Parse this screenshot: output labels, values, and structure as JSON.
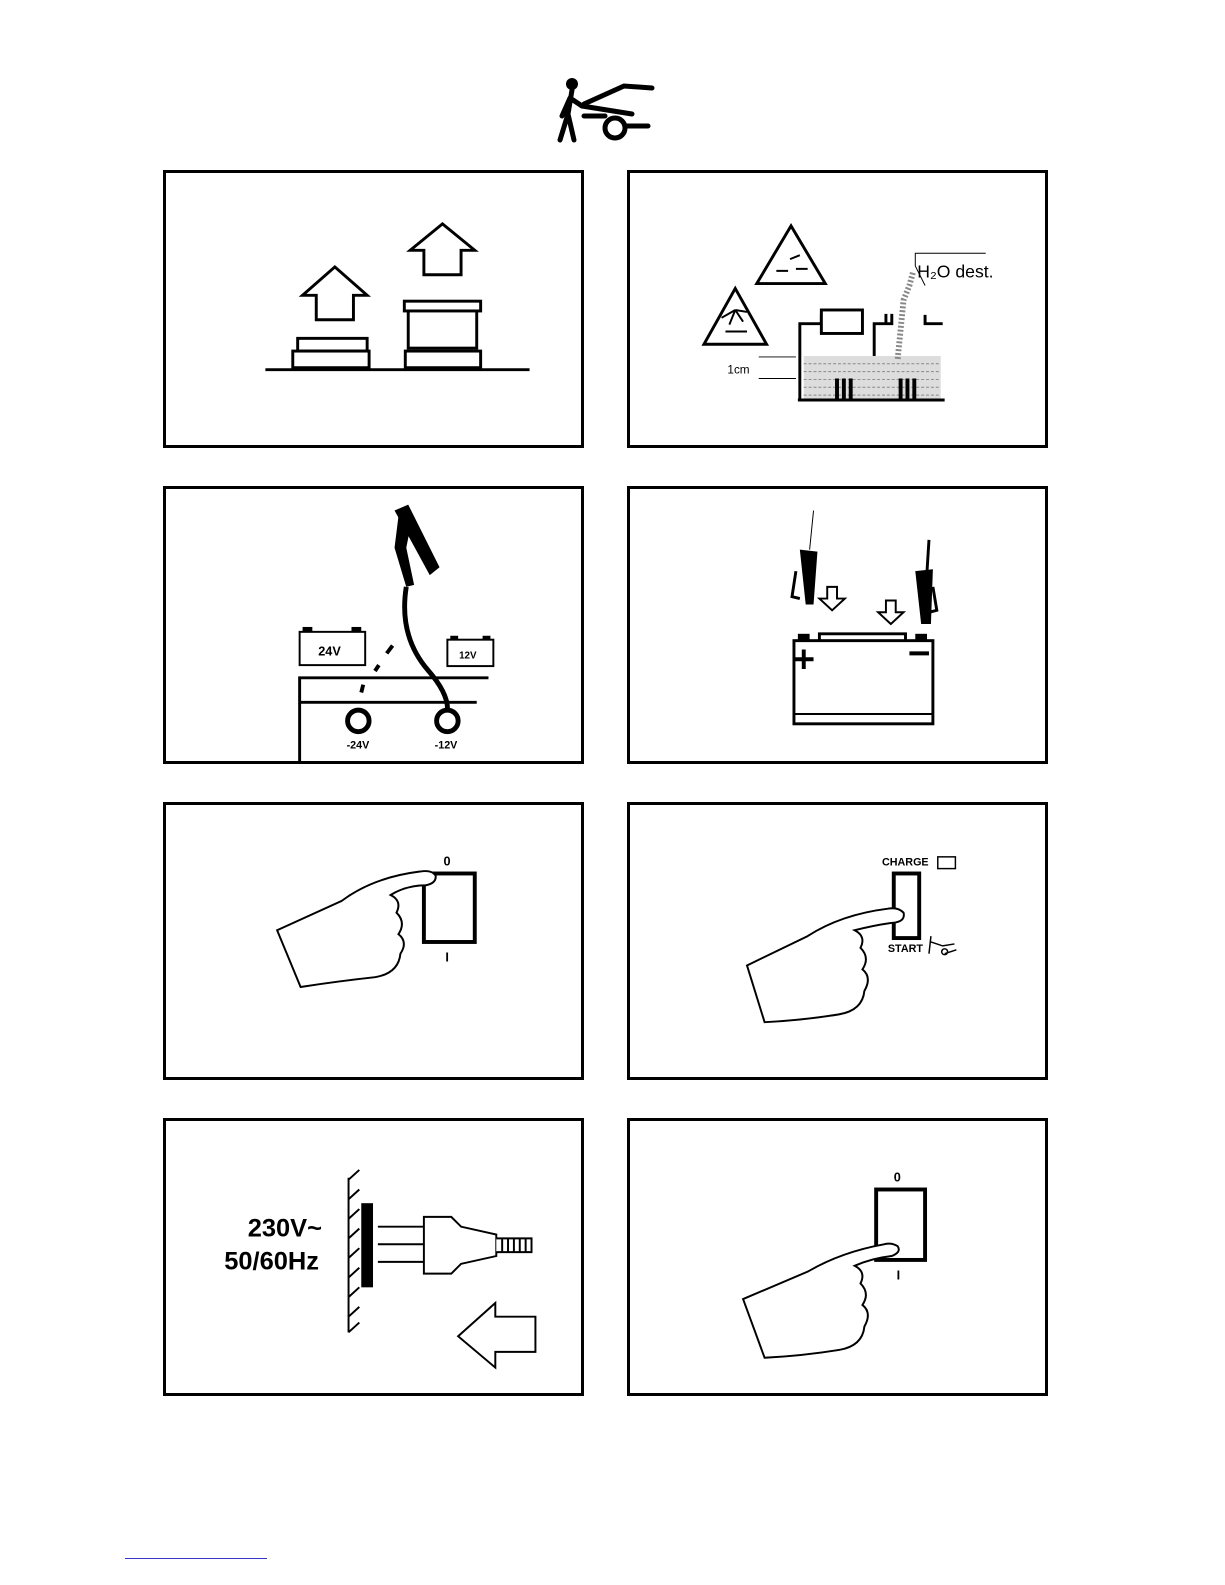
{
  "panels": {
    "water_level": {
      "h2o_label": "H₂O dest.",
      "level_label": "1cm"
    },
    "voltage_select": {
      "battery_24_label": "24V",
      "battery_12_label": "12V",
      "socket_24_label": "-24V",
      "socket_12_label": "-12V"
    },
    "switch_off": {
      "off_mark": "0",
      "on_mark": "I"
    },
    "charge_start": {
      "charge_label": "CHARGE",
      "start_label": "START"
    },
    "mains": {
      "voltage_label": "230V~",
      "frequency_label": "50/60Hz"
    },
    "switch_on": {
      "off_mark": "0",
      "on_mark": "I"
    }
  },
  "colors": {
    "ink": "#000000",
    "footer_link": "#3333cc"
  },
  "icons": [
    "jump-start-car-icon",
    "up-arrow-icon",
    "explosive-warning-icon",
    "corrosive-warning-icon",
    "battery-icon",
    "clamp-icon",
    "hand-pointer-icon",
    "power-plug-icon",
    "left-arrow-icon"
  ]
}
